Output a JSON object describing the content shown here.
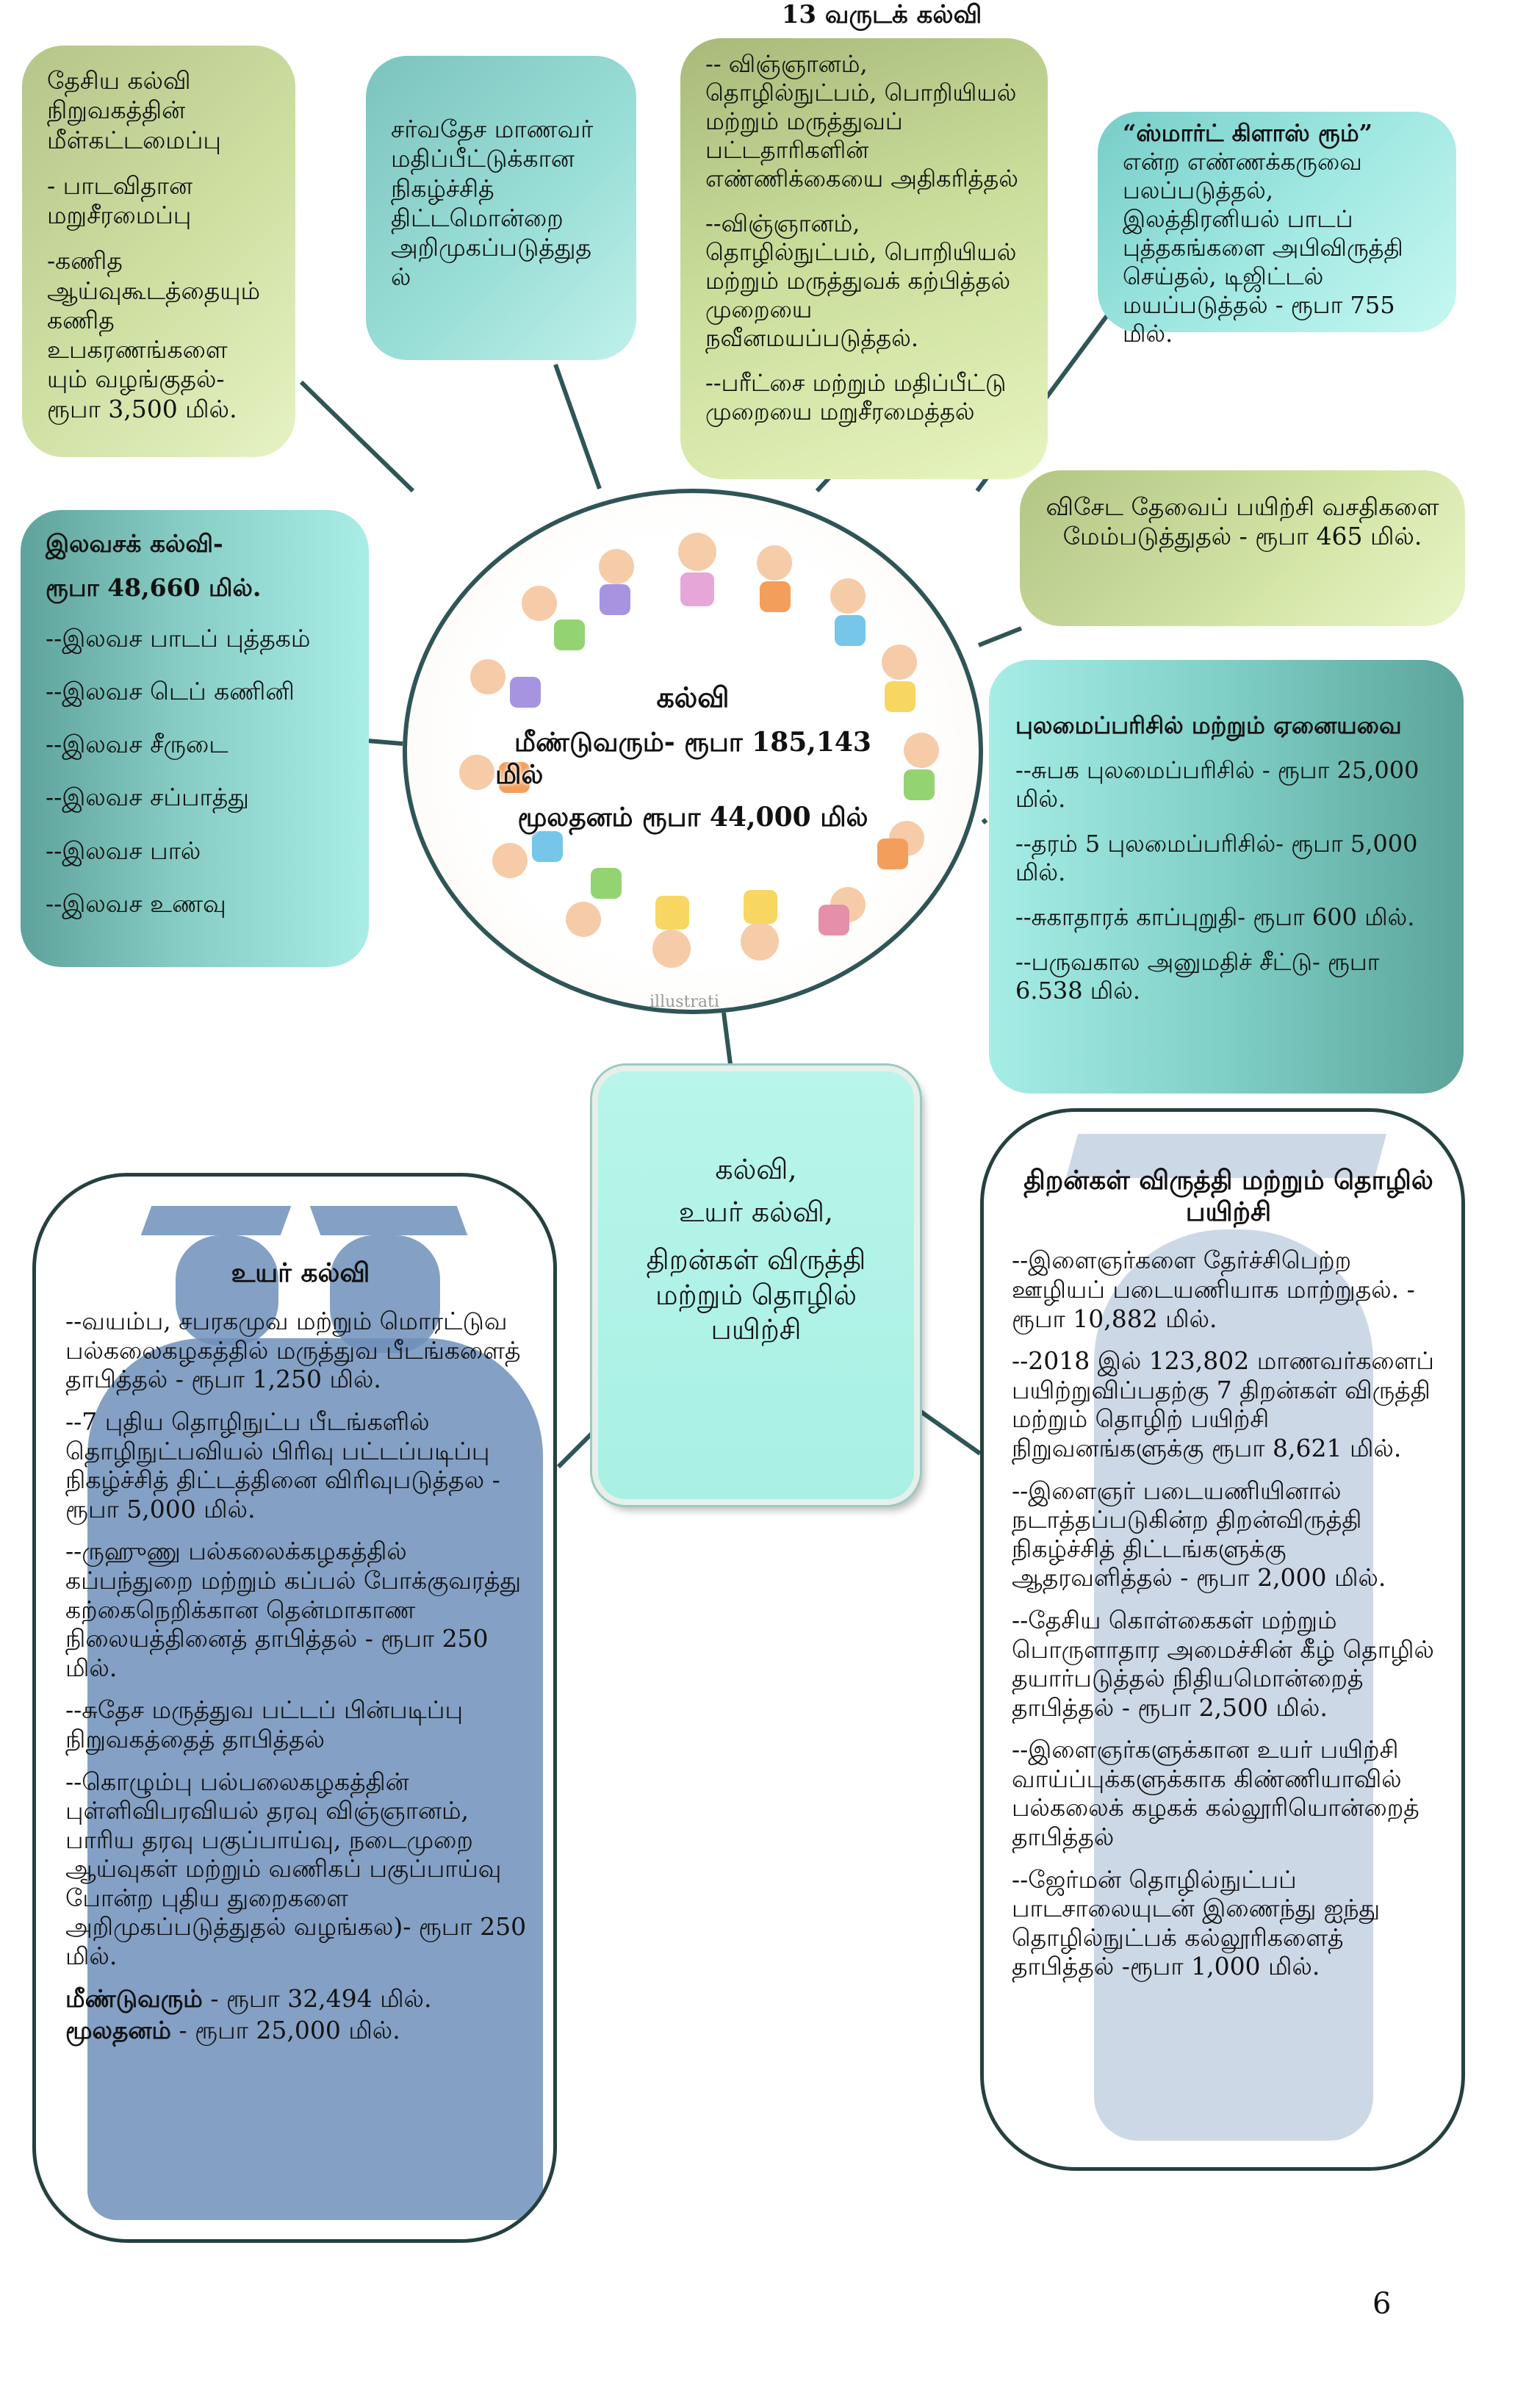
{
  "header": {
    "title": "13 வருடக் கல்வி"
  },
  "boxes": {
    "top_left": {
      "p1": "தேசிய கல்வி நிறுவகத்தின் மீள்கட்டமைப்பு",
      "p2": "- பாடவிதான மறுசீரமைப்பு",
      "p3": "-கணித ஆய்வுகூடத்தையும் கணித உபகரணங்களை யும் வழங்குதல்- ரூபா 3,500 மில்."
    },
    "top_mid": {
      "p1": "சர்வதேச மாணவர் மதிப்பீட்டுக்கான நிகழ்ச்சித் திட்டமொன்றை அறிமுகப்படுத்துத ல்"
    },
    "top_center": {
      "p1": "-- விஞ்ஞானம், தொழில்நுட்பம், பொறியியல் மற்றும் மருத்துவப் பட்டதாரிகளின் எண்ணிக்கையை அதிகரித்தல்",
      "p2": "--விஞ்ஞானம், தொழில்நுட்பம், பொறியியல் மற்றும் மருத்துவக் கற்பித்தல் முறையை நவீனமயப்படுத்தல்.",
      "p3": "--பரீட்சை மற்றும் மதிப்பீட்டு முறையை மறுசீரமைத்தல்"
    },
    "top_right": {
      "title": "“ஸ்மார்ட் கிளாஸ் ரூம்”",
      "p1": "என்ற எண்ணக்கருவை பலப்படுத்தல், இலத்திரனியல் பாடப் புத்தகங்களை அபிவிருத்தி செய்தல், டிஜிட்டல் மயப்படுத்தல் - ரூபா 755 மில்."
    },
    "special_needs": {
      "p1": "விசேட தேவைப் பயிற்சி வசதிகளை மேம்படுத்துதல் - ரூபா 465 மில்."
    },
    "free_edu": {
      "title": "இலவசக் கல்வி-",
      "amount": "ரூபா 48,660 மில்.",
      "items": [
        "--இலவச பாடப் புத்தகம்",
        "--இலவச டெப் கணினி",
        "--இலவச சீருடை",
        "--இலவச சப்பாத்து",
        "--இலவச பால்",
        "--இலவச உணவு"
      ]
    },
    "scholarship": {
      "title": "புலமைப்பரிசில் மற்றும் ஏனையவை",
      "items": [
        "--சுபக புலமைப்பரிசில் - ரூபா 25,000 மில்.",
        "--தரம் 5 புலமைப்பரிசில்- ரூபா 5,000 மில்.",
        "--சுகாதாரக் காப்புறுதி- ரூபா 600 மில்.",
        "--பருவகால அனுமதிச் சீட்டு- ரூபா 6.538 மில்."
      ]
    }
  },
  "center": {
    "line1": "கல்வி",
    "line2": "மீண்டுவரும்- ரூபா 185,143",
    "line3": "மில்",
    "line4": "மூலதனம் ரூபா 44,000 மில்",
    "credit": "illustrati"
  },
  "hub": {
    "line1": "கல்வி,",
    "line2": "உயர் கல்வி,",
    "line3": "திறன்கள் விருத்தி மற்றும் தொழில் பயிற்சி"
  },
  "higher_ed": {
    "title": "உயர் கல்வி",
    "items": [
      "--வயம்ப, சபரகமுவ மற்றும் மொரட்டுவ பல்கலைகழகத்தில் மருத்துவ பீடங்களைத் தாபித்தல் - ரூபா 1,250 மில்.",
      "--7 புதிய தொழிநுட்ப பீடங்களில் தொழிநுட்பவியல் பிரிவு பட்டப்படிப்பு நிகழ்ச்சித் திட்டத்தினை விரிவுபடுத்தல - ரூபா 5,000 மில்.",
      "--ருஹுணு பல்கலைக்கழகத்தில் கப்பந்துறை மற்றும் கப்பல் போக்குவரத்து கற்கைநெறிக்கான தென்மாகாண நிலையத்தினைத் தாபித்தல் - ரூபா 250 மில்.",
      "--சுதேச மருத்துவ பட்டப் பின்படிப்பு நிறுவகத்தைத் தாபித்தல்",
      "--கொழும்பு பல்பலைகழகத்தின் புள்ளிவிபரவியல் தரவு விஞ்ஞானம், பாரிய தரவு பகுப்பாய்வு, நடைமுறை ஆய்வுகள் மற்றும் வணிகப் பகுப்பாய்வு போன்ற புதிய துறைகளை அறிமுகப்படுத்துதல் வழங்கல)- ரூபா 250 மில்."
    ],
    "recurrent_label": "மீண்டுவரும்",
    "recurrent_value": "- ரூபா 32,494 மில்.",
    "capital_label": "மூலதனம்",
    "capital_value": "- ரூபா 25,000 மில்."
  },
  "skills": {
    "title": "திறன்கள் விருத்தி மற்றும் தொழில் பயிற்சி",
    "items": [
      "--இளைஞர்களை தேர்ச்சிபெற்ற ஊழியப் படையணியாக மாற்றுதல். - ரூபா 10,882 மில்.",
      "--2018 இல் 123,802 மாணவர்களைப் பயிற்றுவிப்பதற்கு 7 திறன்கள் விருத்தி மற்றும் தொழிற் பயிற்சி நிறுவனங்களுக்கு ரூபா 8,621 மில்.",
      "--இளைஞர் படையணியினால் நடாத்தப்படுகின்ற திறன்விருத்தி நிகழ்ச்சித் திட்டங்களுக்கு ஆதரவளித்தல் - ரூபா 2,000 மில்.",
      "--தேசிய கொள்கைகள் மற்றும் பொருளாதார அமைச்சின் கீழ் தொழில் தயார்படுத்தல் நிதியமொன்றைத் தாபித்தல் - ரூபா 2,500 மில்.",
      "--இளைஞர்களுக்கான உயர் பயிற்சி வாய்ப்புக்களுக்காக கிண்ணியாவில் பல்கலைக் கழகக் கல்லூரியொன்றைத் தாபித்தல்",
      "--ஜேர்மன் தொழில்நுட்பப் பாடசாலையுடன் இணைந்து ஐந்து தொழில்நுட்பக் கல்லூரிகளைத் தாபித்தல் -ரூபா 1,000 மில்."
    ]
  },
  "footer": {
    "page_number": "6"
  }
}
